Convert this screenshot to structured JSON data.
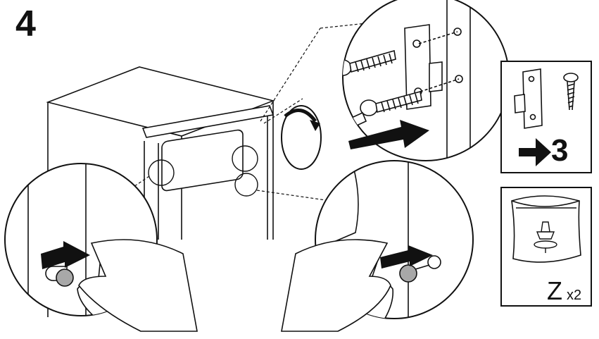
{
  "step": {
    "number": "4"
  },
  "hinge_panel": {
    "icon": "hinge-bracket-and-screw",
    "arrow_icon": "right-arrow-icon",
    "quantity": "3"
  },
  "bag_panel": {
    "icon": "parts-bag-with-plug",
    "letter": "Z",
    "multiplier": "x2"
  },
  "colors": {
    "line": "#111111",
    "fill": "#ffffff",
    "grey_cap": "#a8a8a8"
  }
}
